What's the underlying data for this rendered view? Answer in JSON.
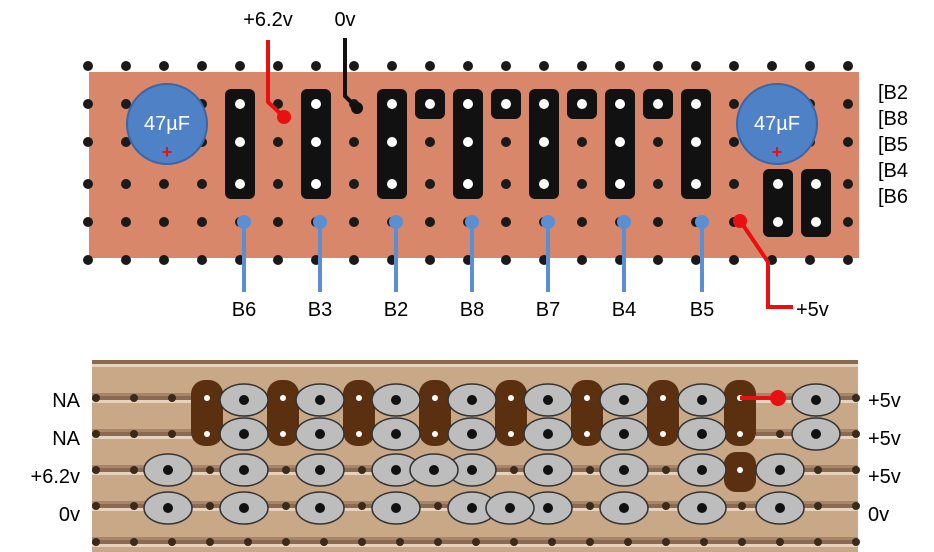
{
  "top_board": {
    "caption_top_left": "+6.2v",
    "caption_top_mid": "0v",
    "capacitor_left": {
      "value": "47µF",
      "polarity": "+"
    },
    "capacitor_right": {
      "value": "47µF",
      "polarity": "+"
    },
    "bottom_labels": [
      "B6",
      "B3",
      "B2",
      "B8",
      "B7",
      "B4",
      "B5"
    ],
    "bottom_right_label": "+5v",
    "colors": {
      "board": "#d9896b",
      "red_wire": "#e81010",
      "black_wire": "#111111",
      "blue_wire": "#5b8fd4",
      "cap": "#4f81c7"
    }
  },
  "side_list": [
    "[B2",
    "[B8",
    "[B5",
    "[B4",
    "[B6"
  ],
  "bottom_board": {
    "left_labels": [
      "NA",
      "NA",
      "+6.2v",
      "0v"
    ],
    "right_labels": [
      "+5v",
      "+5v",
      "+5v",
      "0v"
    ],
    "colors": {
      "strip": "#c8a888",
      "pad": "#b9b9b9",
      "link": "#5a3010"
    }
  }
}
